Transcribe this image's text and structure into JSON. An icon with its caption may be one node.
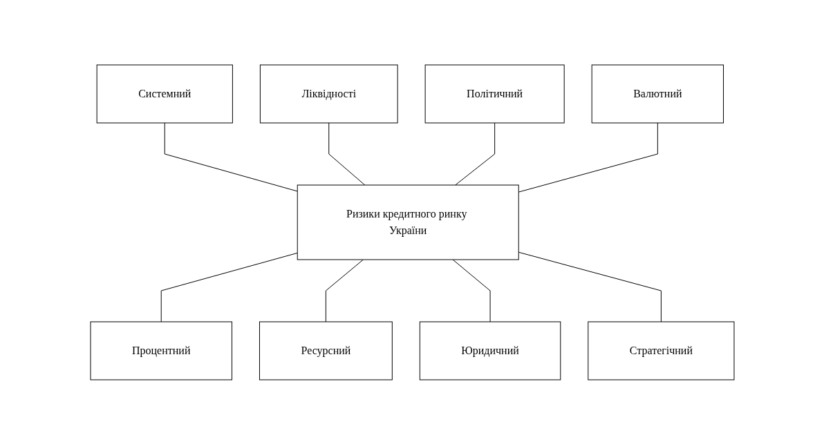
{
  "diagram": {
    "nodes": [
      {
        "text": [
          "Системний"
        ]
      },
      {
        "text": [
          "Політичний"
        ]
      },
      {
        "text": [
          "Ліквідності"
        ]
      },
      {
        "text": [
          "Валютний"
        ]
      },
      {
        "text": [
          "Ризики кредитного ринку України"
        ]
      },
      {
        "text": [
          "Процентний"
        ]
      },
      {
        "text": [
          "Юридичний"
        ]
      },
      {
        "text": [
          "Ресурсний"
        ]
      },
      {
        "text": [
          "Стратегічний"
        ]
      }
    ],
    "edges": [
      {
        "from": 0,
        "to": 4,
        "arrow": "none"
      },
      {
        "from": 2,
        "to": 4,
        "arrow": "none"
      },
      {
        "from": 1,
        "to": 4,
        "arrow": "none"
      },
      {
        "from": 3,
        "to": 4,
        "arrow": "none"
      },
      {
        "from": 4,
        "to": 5,
        "arrow": "none"
      },
      {
        "from": 4,
        "to": 7,
        "arrow": "none"
      },
      {
        "from": 4,
        "to": 6,
        "arrow": "none"
      },
      {
        "from": 4,
        "to": 8,
        "arrow": "none"
      }
    ]
  }
}
